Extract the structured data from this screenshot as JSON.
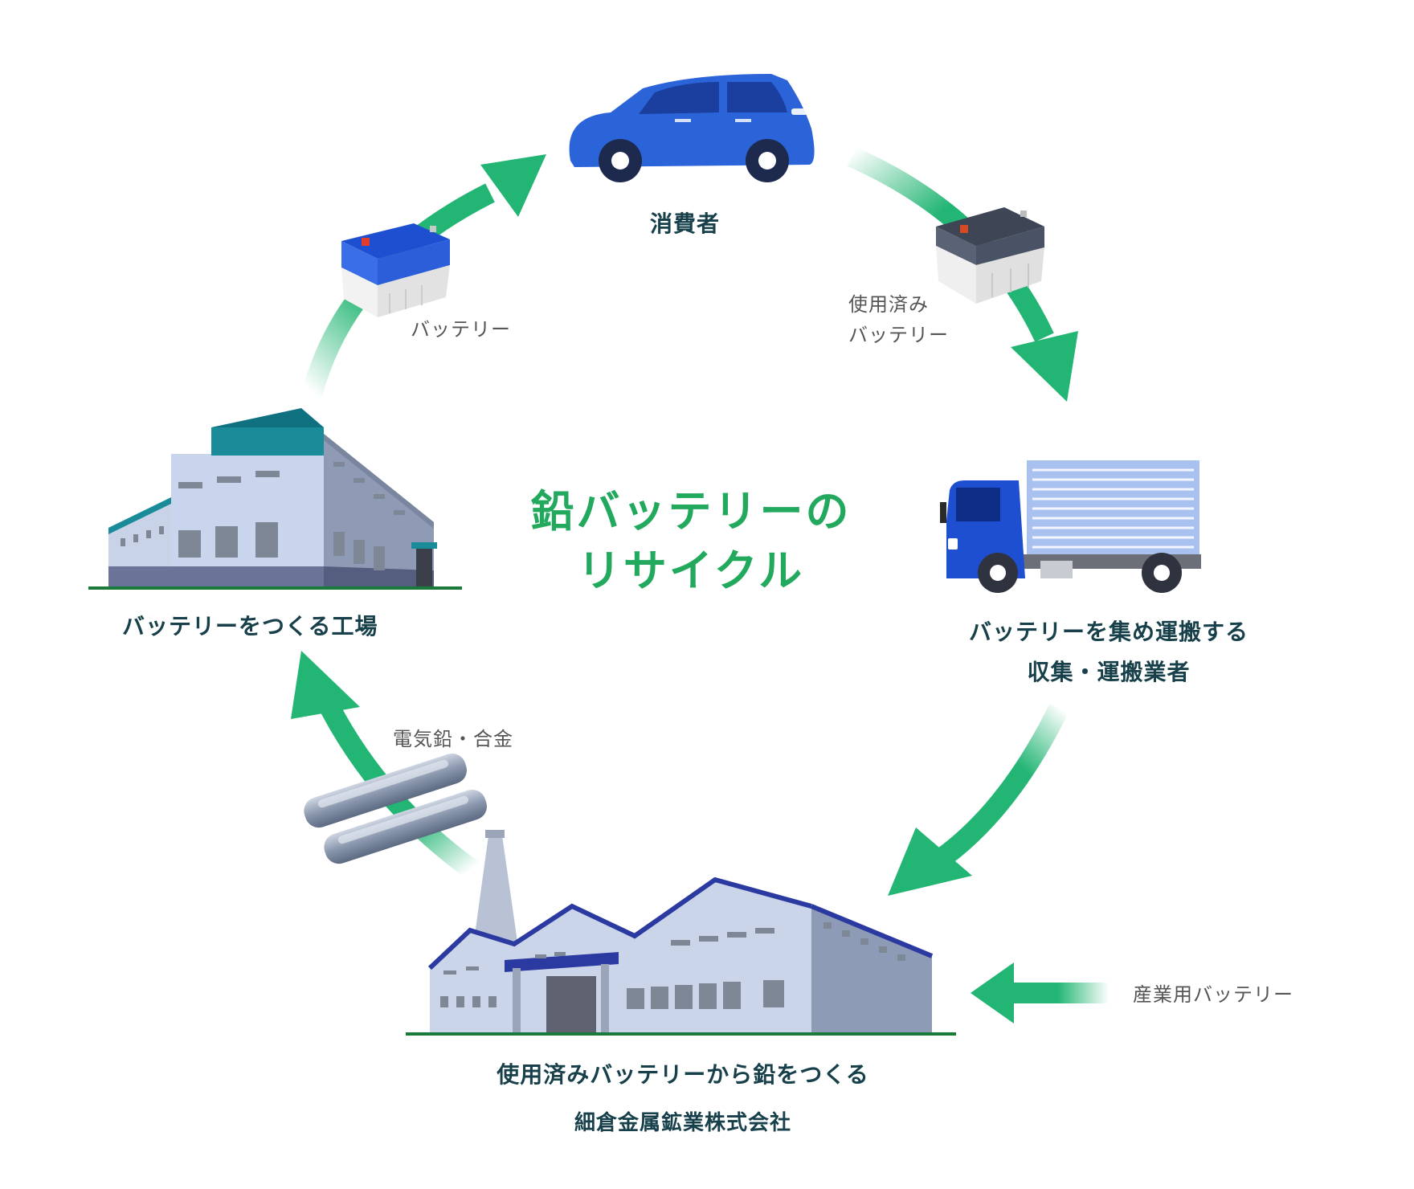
{
  "title": {
    "line1": "鉛バッテリーの",
    "line2": "リサイクル"
  },
  "nodes": {
    "consumer": "消費者",
    "collector_line1": "バッテリーを集め運搬する",
    "collector_line2": "収集・運搬業者",
    "smelter_line1": "使用済みバッテリーから鉛をつくる",
    "smelter_line2": "細倉金属鉱業株式会社",
    "battery_factory": "バッテリーをつくる工場"
  },
  "flows": {
    "used_battery_line1": "使用済み",
    "used_battery_line2": "バッテリー",
    "lead": "電気鉛・合金",
    "battery": "バッテリー",
    "industrial": "産業用バッテリー"
  },
  "colors": {
    "arrow": "#22b573",
    "text": "#17404a",
    "title": "#22a95e",
    "ground": "#1a7a3c",
    "car": "#2b63d9",
    "truck_cab": "#1f4fd1"
  }
}
